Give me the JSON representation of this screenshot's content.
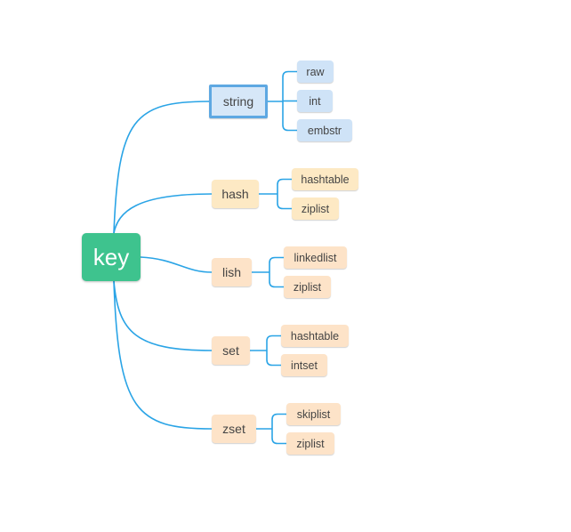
{
  "diagram": {
    "root": {
      "label": "key",
      "color": "#3ec38e"
    },
    "connector_color": "#2aa4e6",
    "branches": [
      {
        "label": "string",
        "theme": "blue",
        "selected": true,
        "children": [
          "raw",
          "int",
          "embstr"
        ]
      },
      {
        "label": "hash",
        "theme": "yellow",
        "selected": false,
        "children": [
          "hashtable",
          "ziplist"
        ]
      },
      {
        "label": "lish",
        "theme": "peach",
        "selected": false,
        "children": [
          "linkedlist",
          "ziplist"
        ]
      },
      {
        "label": "set",
        "theme": "peach",
        "selected": false,
        "children": [
          "hashtable",
          "intset"
        ]
      },
      {
        "label": "zset",
        "theme": "peach",
        "selected": false,
        "children": [
          "skiplist",
          "ziplist"
        ]
      }
    ]
  }
}
